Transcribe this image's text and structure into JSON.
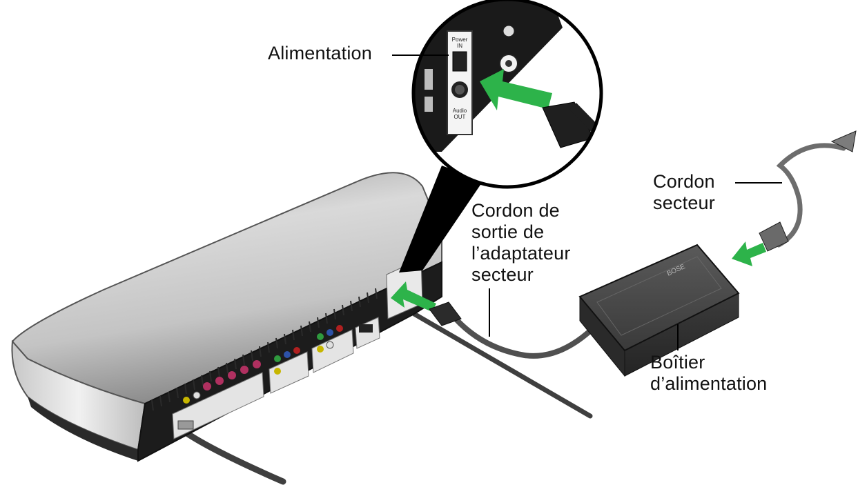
{
  "labels": {
    "power_port": "Alimentation",
    "power_cord": "Cordon\nsecteur",
    "adapter_output_cord": "Cordon de\nsortie de\nl’adaptateur\nsecteur",
    "power_supply_box": "Boîtier\nd’alimentation"
  },
  "panel_text": {
    "power_port_marking": "Power\nIN",
    "audio_out_marking": "Audio\nOUT",
    "brand_logo": "BOSE"
  },
  "colors": {
    "arrow_green": "#2db34a",
    "console_silver": "#cfcfcf",
    "rear_panel": "#1c1c1c",
    "adapter_body": "#3a3a3a",
    "cable": "#555555"
  }
}
